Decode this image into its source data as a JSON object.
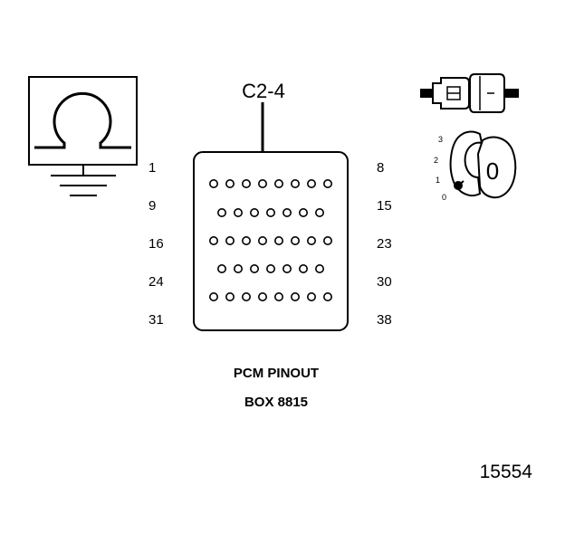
{
  "callout": "C2-4",
  "caption": {
    "line1": "PCM PINOUT",
    "line2": "BOX 8815"
  },
  "figure_number": "15554",
  "pin_labels": {
    "left": [
      "1",
      "9",
      "16",
      "24",
      "31"
    ],
    "right": [
      "8",
      "15",
      "23",
      "30",
      "38"
    ]
  },
  "pin_rows": [
    8,
    7,
    8,
    7,
    8
  ],
  "key_positions": [
    "3",
    "2",
    "1",
    "0"
  ],
  "key_letter": "0",
  "icons": [
    "ohmmeter-icon",
    "ground-icon",
    "connector-icon",
    "ignition-key-icon"
  ]
}
